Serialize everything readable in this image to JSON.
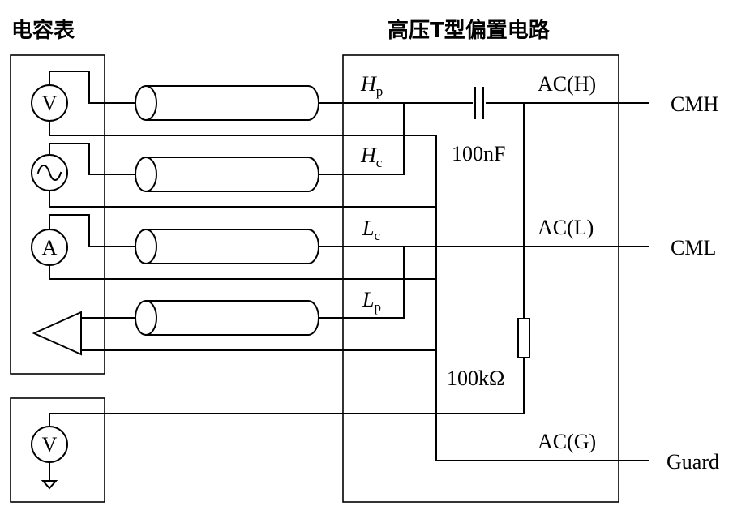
{
  "titles": {
    "meter": "电容表",
    "bias": "高压T型偏置电路"
  },
  "meter_symbols": {
    "voltmeter": "V",
    "ammeter": "A",
    "source_voltmeter": "V"
  },
  "terminals": {
    "hp_main": "H",
    "hp_sub": "p",
    "hc_main": "H",
    "hc_sub": "c",
    "lc_main": "L",
    "lc_sub": "c",
    "lp_main": "L",
    "lp_sub": "p"
  },
  "components": {
    "capacitor": "100nF",
    "resistor": "100kΩ"
  },
  "ports": {
    "ac_h": "AC(H)",
    "ac_l": "AC(L)",
    "ac_g": "AC(G)"
  },
  "outputs": {
    "cmh": "CMH",
    "cml": "CML",
    "guard": "Guard"
  }
}
